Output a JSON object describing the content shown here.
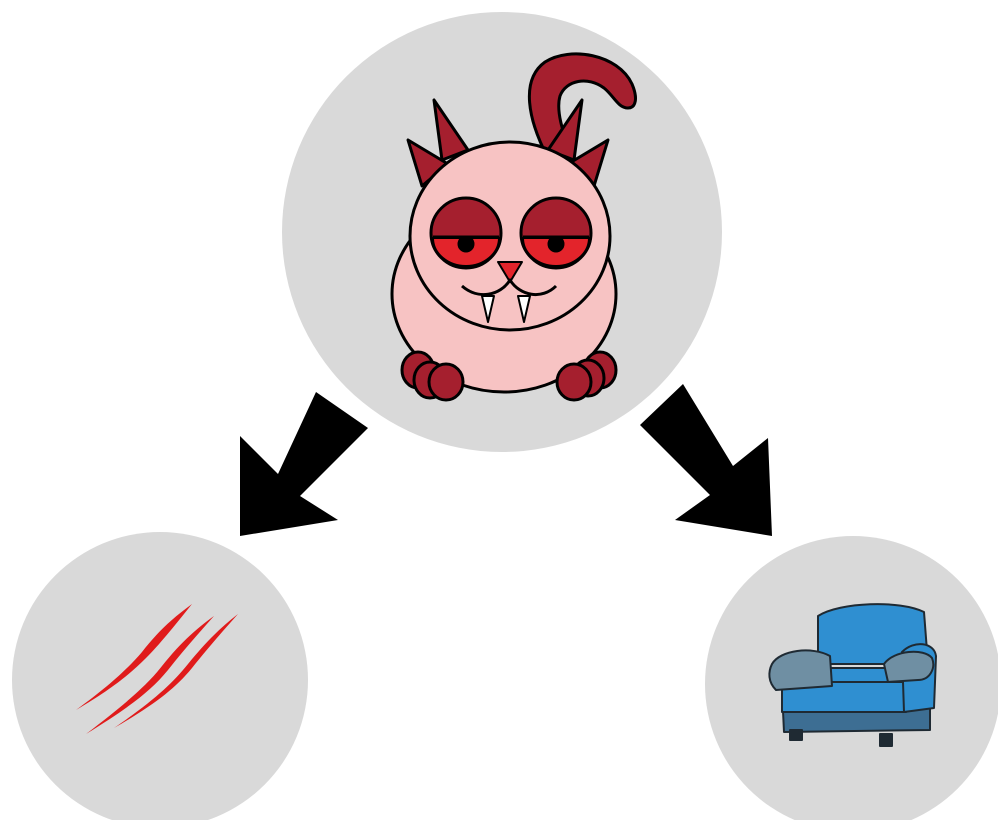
{
  "diagram": {
    "nodes": [
      {
        "id": "cat",
        "icon": "devil-cat-icon"
      },
      {
        "id": "scratches",
        "icon": "claw-scratch-icon"
      },
      {
        "id": "armchair",
        "icon": "armchair-icon"
      }
    ],
    "edges": [
      {
        "from": "cat",
        "to": "scratches",
        "icon": "arrow-down-left-icon"
      },
      {
        "from": "cat",
        "to": "armchair",
        "icon": "arrow-down-right-icon"
      }
    ]
  },
  "colors": {
    "node_background": "#d9d9d9",
    "arrow": "#000000",
    "cat_body": "#f7c3c3",
    "cat_dark": "#a51f2e",
    "cat_eye": "#e3242b",
    "scratch": "#e01b1b",
    "chair_main": "#2f8fd1",
    "chair_dark": "#3d6e93",
    "chair_arm": "#6f8fa3"
  }
}
